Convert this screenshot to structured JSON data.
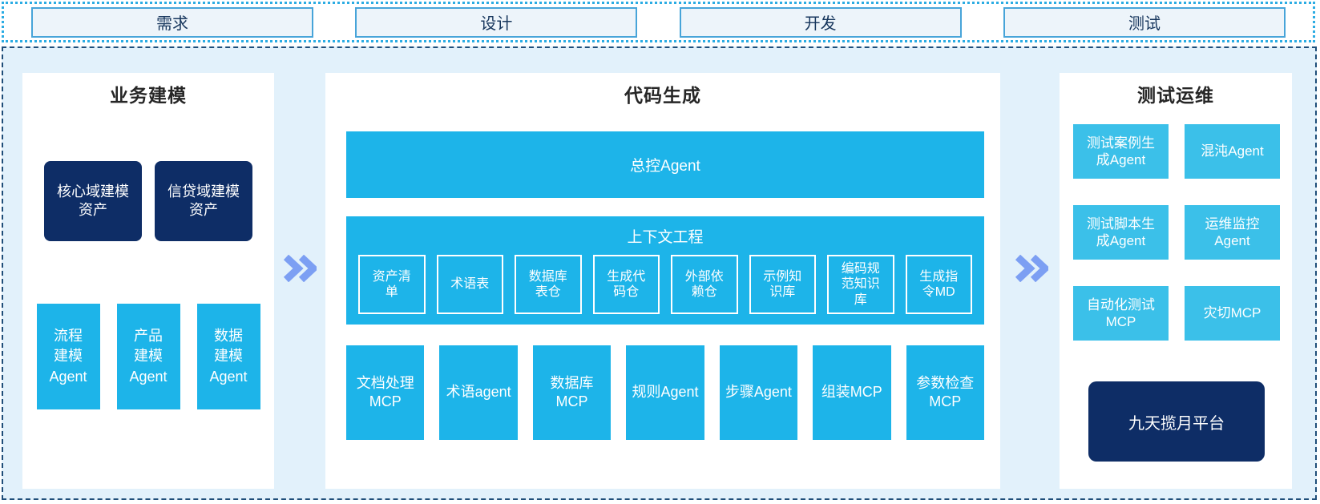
{
  "phases": [
    "需求",
    "设计",
    "开发",
    "测试"
  ],
  "colors": {
    "cyan": "#1db4e9",
    "cyan_light": "#3bc0e9",
    "navy": "#0e2d66",
    "arrow": "#7c9ff3",
    "phase_border": "#47a4d9",
    "container_bg": "#e2f1fb"
  },
  "left_panel": {
    "title": "业务建模",
    "asset_boxes": [
      "核心域建模\n资产",
      "信贷域建模\n资产"
    ],
    "agent_boxes": [
      "流程\n建模\nAgent",
      "产品\n建模\nAgent",
      "数据\n建模\nAgent"
    ]
  },
  "middle_panel": {
    "title": "代码生成",
    "master_agent": "总控Agent",
    "context_engineering": {
      "title": "上下文工程",
      "items": [
        "资产清\n单",
        "术语表",
        "数据库\n表仓",
        "生成代\n码仓",
        "外部依\n赖仓",
        "示例知\n识库",
        "编码规\n范知识\n库",
        "生成指\n令MD"
      ]
    },
    "bottom_row": [
      "文档处理\nMCP",
      "术语agent",
      "数据库\nMCP",
      "规则Agent",
      "步骤Agent",
      "组装MCP",
      "参数检查\nMCP"
    ]
  },
  "right_panel": {
    "title": "测试运维",
    "boxes": [
      "测试案例生\n成Agent",
      "混沌Agent",
      "测试脚本生\n成Agent",
      "运维监控\nAgent",
      "自动化测试\nMCP",
      "灾切MCP"
    ],
    "platform": "九天揽月平台"
  }
}
